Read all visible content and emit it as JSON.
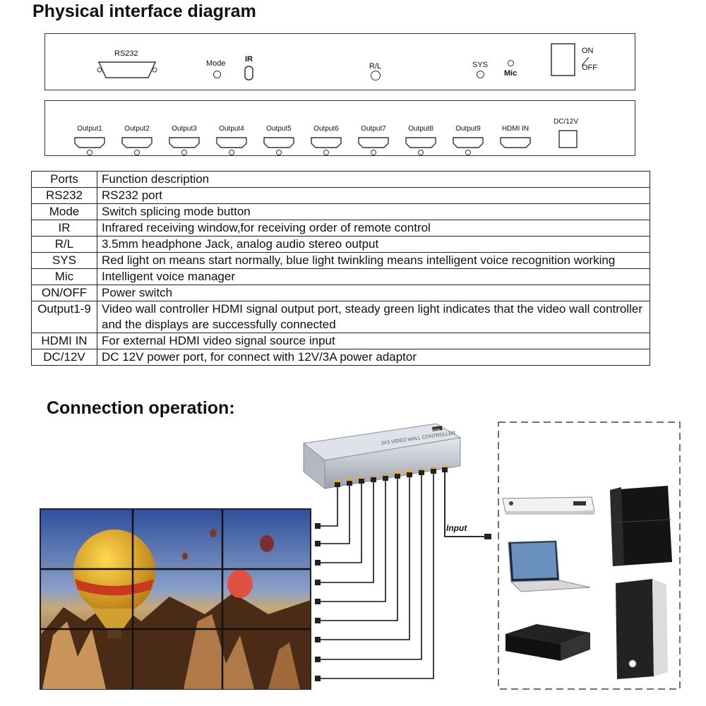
{
  "titles": {
    "diagram": "Physical interface diagram",
    "connection": "Connection  operation:"
  },
  "front_panel": {
    "rs232": "RS232",
    "mode": "Mode",
    "ir": "IR",
    "rl": "R/L",
    "sys": "SYS",
    "mic": "Mic",
    "on": "ON",
    "off": "OFF"
  },
  "back_panel": {
    "outputs": [
      "Output1",
      "Output2",
      "Output3",
      "Output4",
      "Output5",
      "Output6",
      "Output7",
      "Output8",
      "Output9"
    ],
    "hdmi_in": "HDMI IN",
    "dc": "DC/12V"
  },
  "table": {
    "header": [
      "Ports",
      "Function description"
    ],
    "rows": [
      {
        "port": "RS232",
        "desc": "RS232 port"
      },
      {
        "port": "Mode",
        "desc": "Switch splicing mode button"
      },
      {
        "port": "IR",
        "desc": "Infrared receiving window,for receiving order of remote control"
      },
      {
        "port": "R/L",
        "desc": " 3.5mm headphone Jack, analog audio stereo output"
      },
      {
        "port": "SYS",
        "desc": "Red light on means start normally, blue light twinkling means intelligent voice recognition working"
      },
      {
        "port": "Mic",
        "desc": "Intelligent voice manager"
      },
      {
        "port": "ON/OFF",
        "desc": "Power switch"
      },
      {
        "port": "Output1-9",
        "desc": "Video wall controller HDMI signal output port, steady green light indicates that the video wall controller and the displays are successfully connected"
      },
      {
        "port": "HDMI IN",
        "desc": "For external HDMI video signal source input"
      },
      {
        "port": "DC/12V",
        "desc": "DC 12V power port, for connect with 12V/3A power adaptor"
      }
    ]
  },
  "connection": {
    "input_label": "Input",
    "device_label": "3X3 VIDEO WALL CONTROLLER",
    "brand": "HDMI"
  },
  "colors": {
    "line": "#333333",
    "cable": "#111111",
    "sky": "#3b5fa8",
    "balloon": "#e8b020"
  }
}
